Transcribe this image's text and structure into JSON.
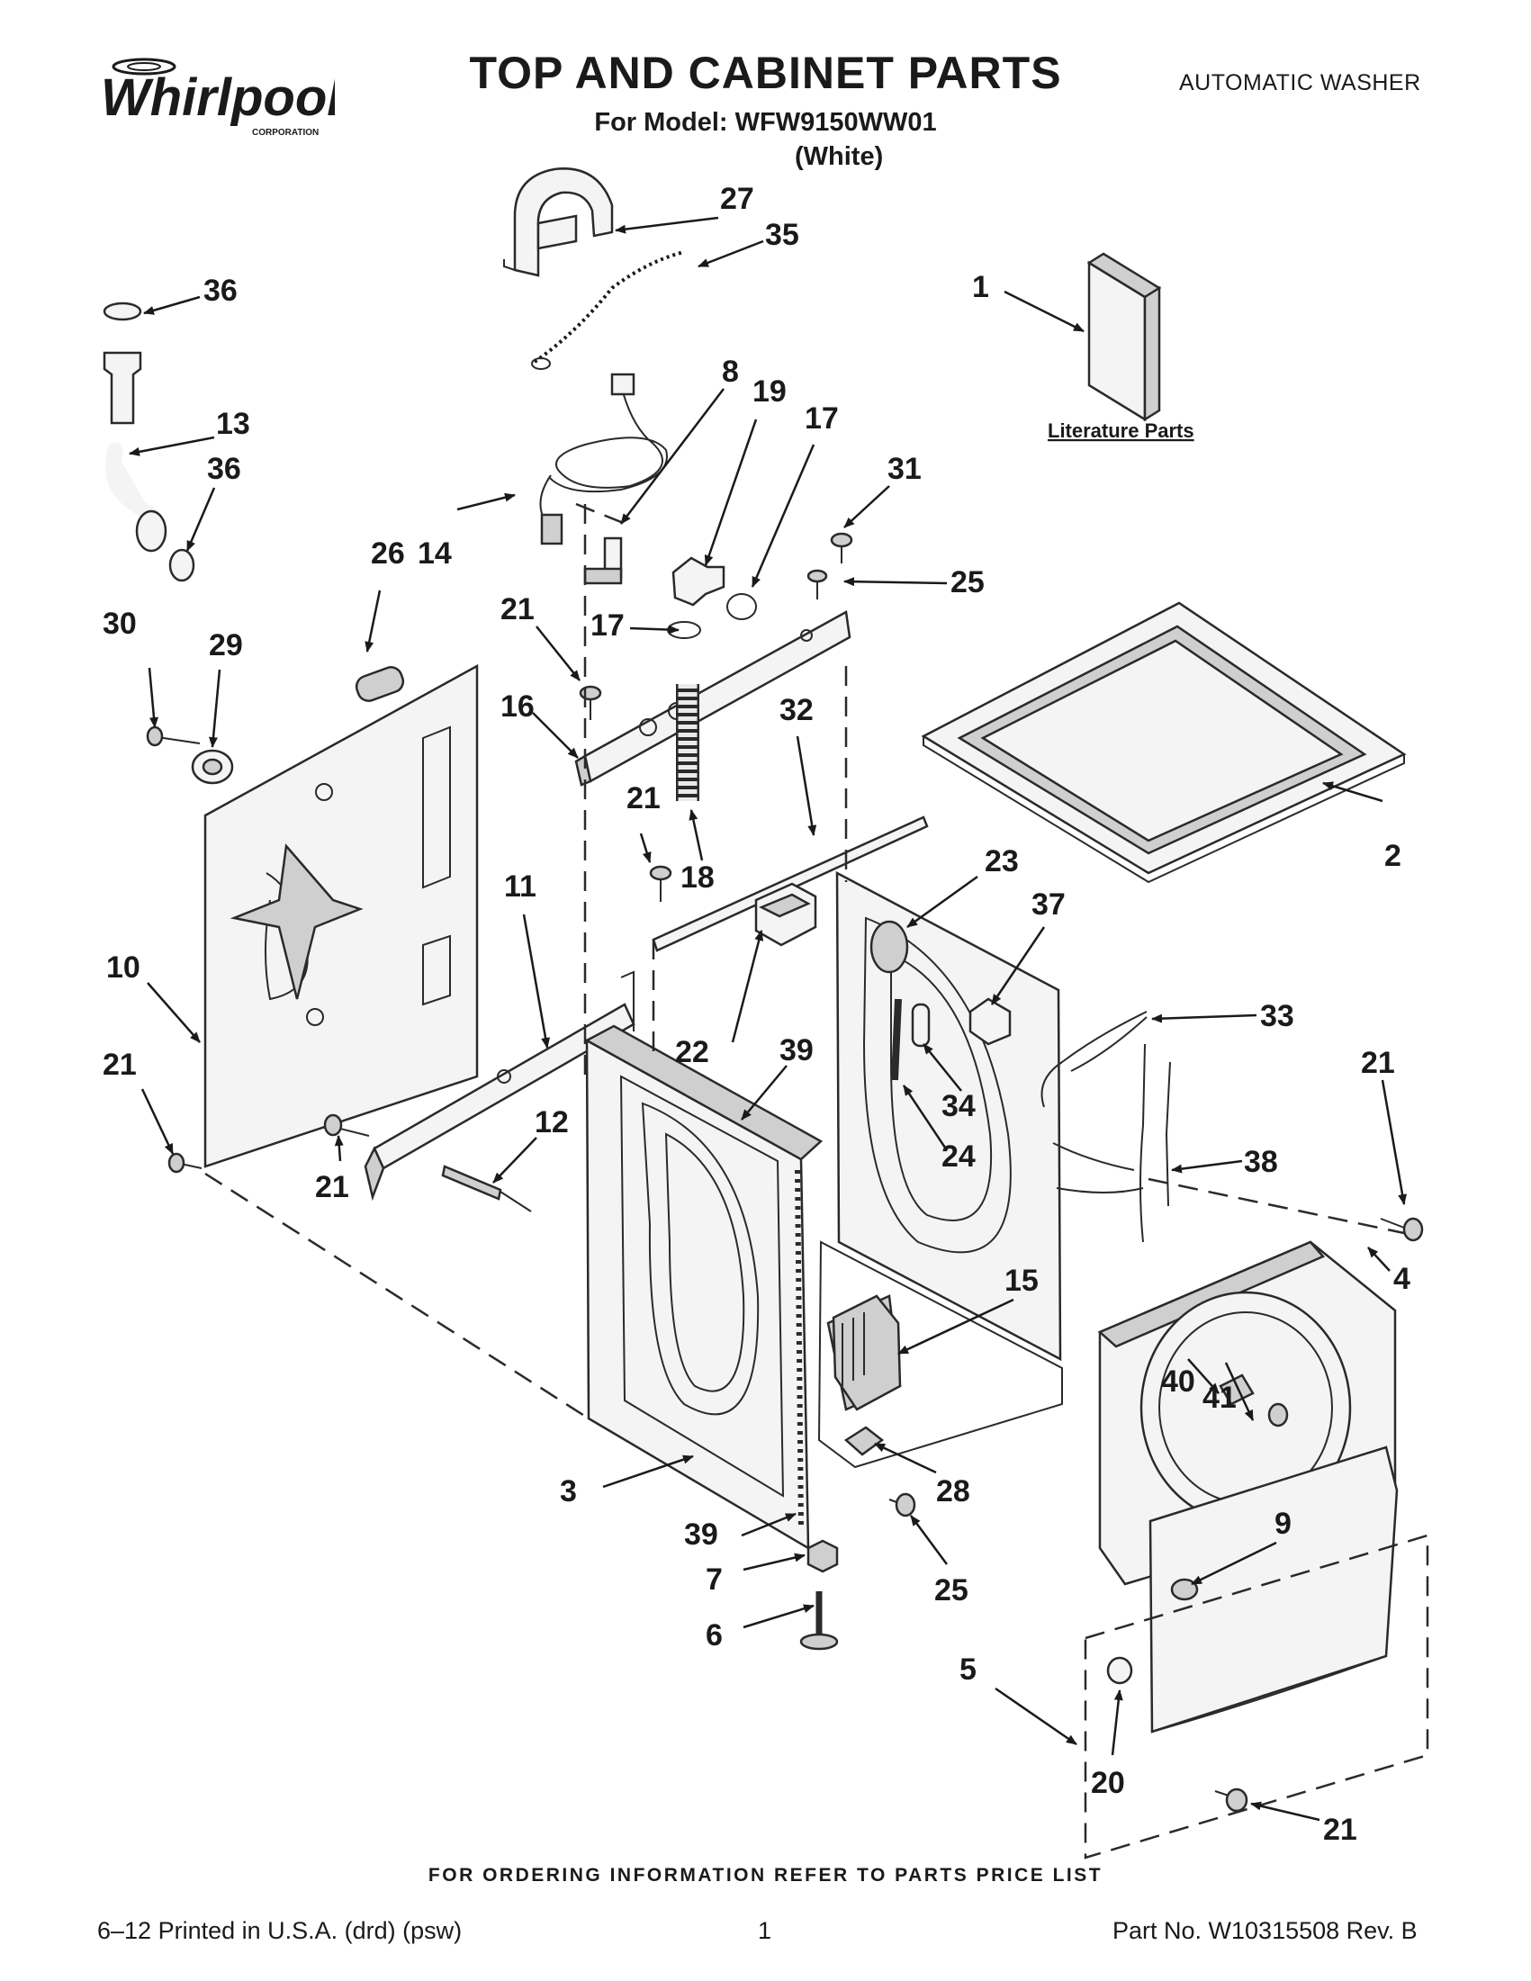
{
  "brand": {
    "name": "Whirlpool",
    "sub": "CORPORATION"
  },
  "header": {
    "title": "TOP AND CABINET PARTS",
    "model_line": "For Model: WFW9150WW01",
    "color_line": "(White)",
    "category": "AUTOMATIC WASHER"
  },
  "literature_label": "Literature Parts",
  "callouts": {
    "c1": "1",
    "c2": "2",
    "c3": "3",
    "c4": "4",
    "c5": "5",
    "c6": "6",
    "c7": "7",
    "c8": "8",
    "c9": "9",
    "c10": "10",
    "c11": "11",
    "c12": "12",
    "c13": "13",
    "c14": "14",
    "c15": "15",
    "c16": "16",
    "c17a": "17",
    "c17b": "17",
    "c18": "18",
    "c19": "19",
    "c20": "20",
    "c21a": "21",
    "c21b": "21",
    "c21c": "21",
    "c21d": "21",
    "c21e": "21",
    "c21f": "21",
    "c22": "22",
    "c23": "23",
    "c24": "24",
    "c25a": "25",
    "c25b": "25",
    "c26": "26",
    "c27": "27",
    "c28": "28",
    "c29": "29",
    "c30": "30",
    "c31": "31",
    "c32": "32",
    "c33": "33",
    "c34": "34",
    "c35": "35",
    "c36a": "36",
    "c36b": "36",
    "c37": "37",
    "c38": "38",
    "c39a": "39",
    "c39b": "39",
    "c40": "40",
    "c41": "41"
  },
  "footer": {
    "ordering_note": "FOR ORDERING INFORMATION REFER TO PARTS PRICE LIST",
    "printed": "6–12 Printed in U.S.A. (drd) (psw)",
    "page": "1",
    "part_no": "Part No. W10315508 Rev. B"
  }
}
